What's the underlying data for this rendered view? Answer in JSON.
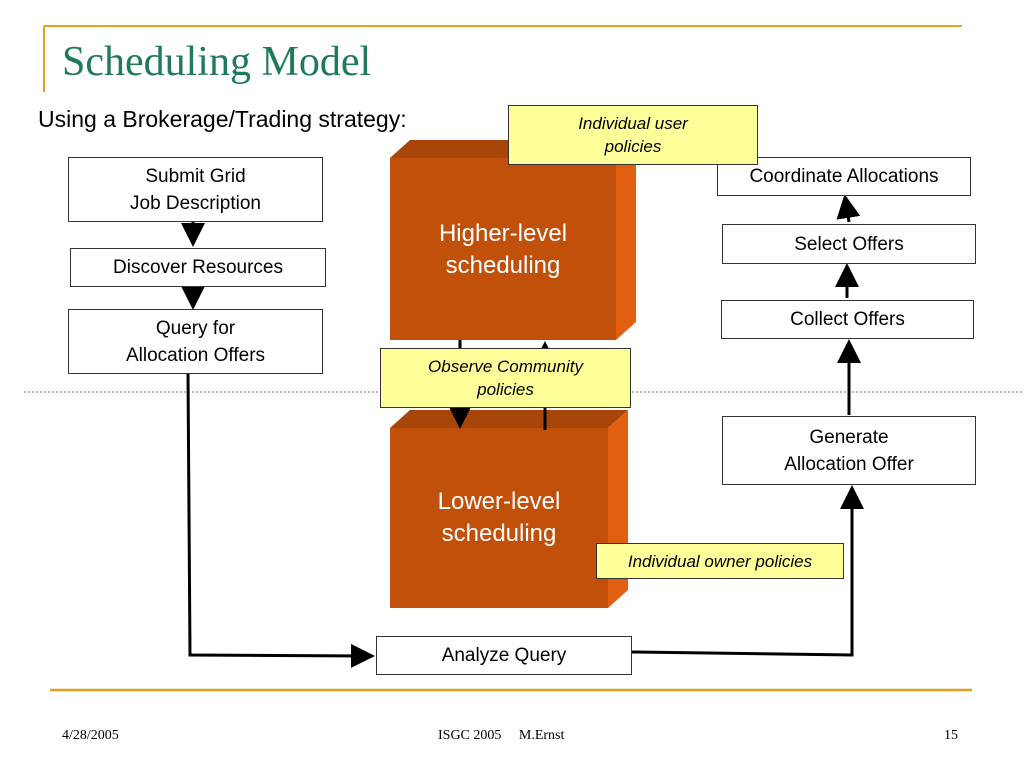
{
  "slide": {
    "title": "Scheduling Model",
    "subtitle": "Using a Brokerage/Trading strategy:"
  },
  "left_flow": {
    "submit": "Submit Grid\nJob Description",
    "discover": "Discover Resources",
    "query": "Query for\nAllocation Offers"
  },
  "right_flow": {
    "coordinate": "Coordinate Allocations",
    "select": "Select Offers",
    "collect": "Collect Offers",
    "generate": "Generate\nAllocation Offer"
  },
  "center": {
    "higher": "Higher-level\nscheduling",
    "lower": "Lower-level\nscheduling",
    "analyze": "Analyze Query"
  },
  "notes": {
    "user_policies": "Individual user\npolicies",
    "community_policies": "Observe Community\npolicies",
    "owner_policies": "Individual owner policies"
  },
  "footer": {
    "date": "4/28/2005",
    "event": "ISGC 2005     M.Ernst",
    "page": "15"
  },
  "colors": {
    "title": "#1f7a5a",
    "cube_front": "#c0500a",
    "cube_side": "#e06010",
    "cube_top": "#a84508",
    "note_fill": "#ffff99",
    "rule": "#e0a020"
  }
}
